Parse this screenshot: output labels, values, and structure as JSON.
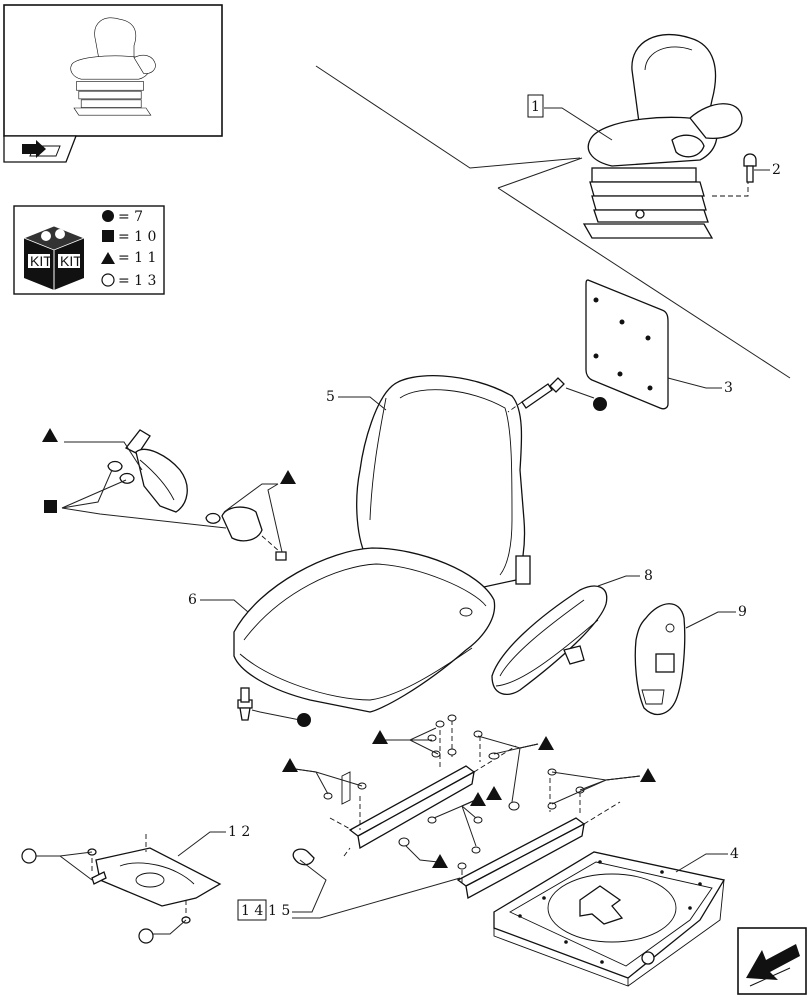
{
  "callouts": {
    "c1": "1",
    "c2": "2",
    "c3": "3",
    "c4": "4",
    "c5": "5",
    "c6": "6",
    "c8": "8",
    "c9": "9",
    "c12": "1 2",
    "c14": "1 4",
    "c15": "1 5"
  },
  "legend": {
    "kit_text_left": "KIT",
    "kit_text_right": "KIT",
    "items": [
      {
        "symbol": "filled-circle",
        "text": "= 7"
      },
      {
        "symbol": "filled-square",
        "text": "= 1 0"
      },
      {
        "symbol": "filled-triangle",
        "text": "= 1 1"
      },
      {
        "symbol": "open-circle",
        "text": "= 1 3"
      }
    ]
  },
  "icons": {
    "thumbnail_nav": "book-arrow-icon",
    "next_page": "next-page-arrow-icon"
  }
}
